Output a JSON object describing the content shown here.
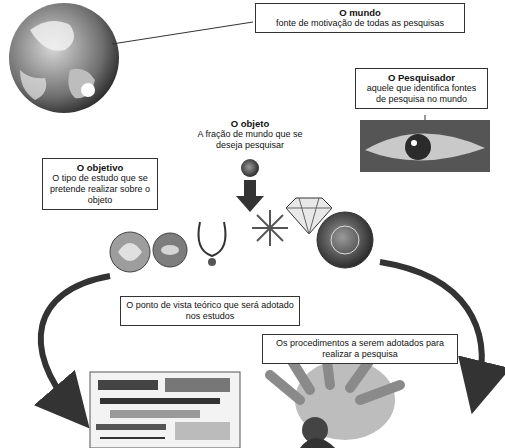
{
  "diagram": {
    "nodes": [
      {
        "text": [
          "O mundo",
          "fonte de motivação de todas as pesquisas"
        ]
      },
      {
        "text": [
          "O Pesquisador",
          "aquele que identifica fontes de pesquisa no mundo"
        ]
      },
      {
        "text": [
          "O objeto",
          "A fração de mundo que se deseja pesquisar"
        ]
      },
      {
        "text": [
          "O objetivo",
          "O tipo de estudo que se pretende realizar sobre o objeto"
        ]
      },
      {
        "text": [
          "O ponto de vista teórico que será adotado nos estudos"
        ]
      },
      {
        "text": [
          "Os procedimentos a serem adotados para realizar a pesquisa"
        ]
      }
    ]
  }
}
